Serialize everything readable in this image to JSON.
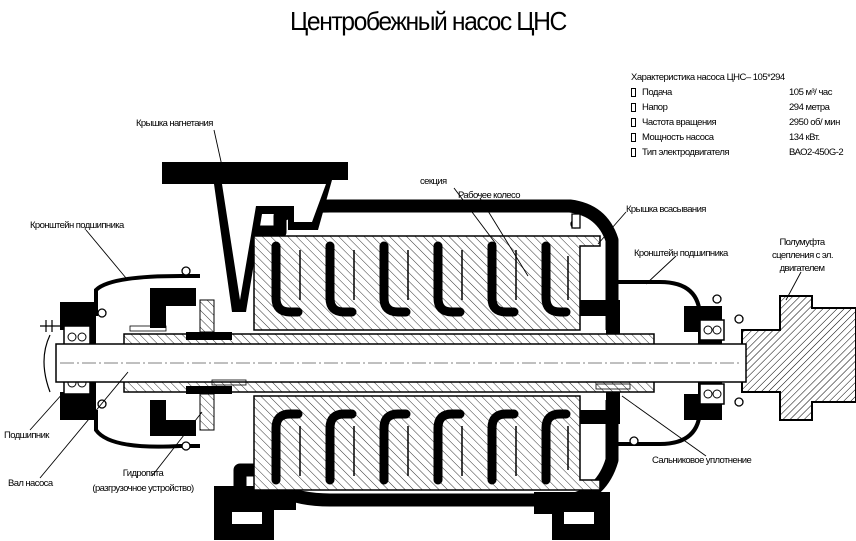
{
  "title": "Центробежный насос ЦНС",
  "spec": {
    "heading": "Характеристика насоса ЦНС– 105*294",
    "rows": [
      {
        "name": "Подача",
        "value": "105 м³/ час"
      },
      {
        "name": "Напор",
        "value": "294 метра"
      },
      {
        "name": "Частота вращения",
        "value": "2950 об/ мин"
      },
      {
        "name": "Мощность насоса",
        "value": "134 кВт."
      },
      {
        "name": "Тип электродвигателя",
        "value": "ВАО2-450G-2"
      }
    ]
  },
  "labels": {
    "discharge_cover": "Крышка нагнетания",
    "section": "секция",
    "impeller": "Рабочее колесо",
    "suction_cover": "Крышка всасывания",
    "bracket_left": "Кронштейн подшипника",
    "bracket_right": "Кронштейн подшипника",
    "coupling_line1": "Полумуфта",
    "coupling_line2": "сцепления с эл.",
    "coupling_line3": "двигателем",
    "bearing": "Подшипник",
    "shaft": "Вал насоса",
    "hydro_line1": "Гидропята",
    "hydro_line2": "(разгрузочное устройство)",
    "gland": "Сальниковое уплотнение"
  }
}
